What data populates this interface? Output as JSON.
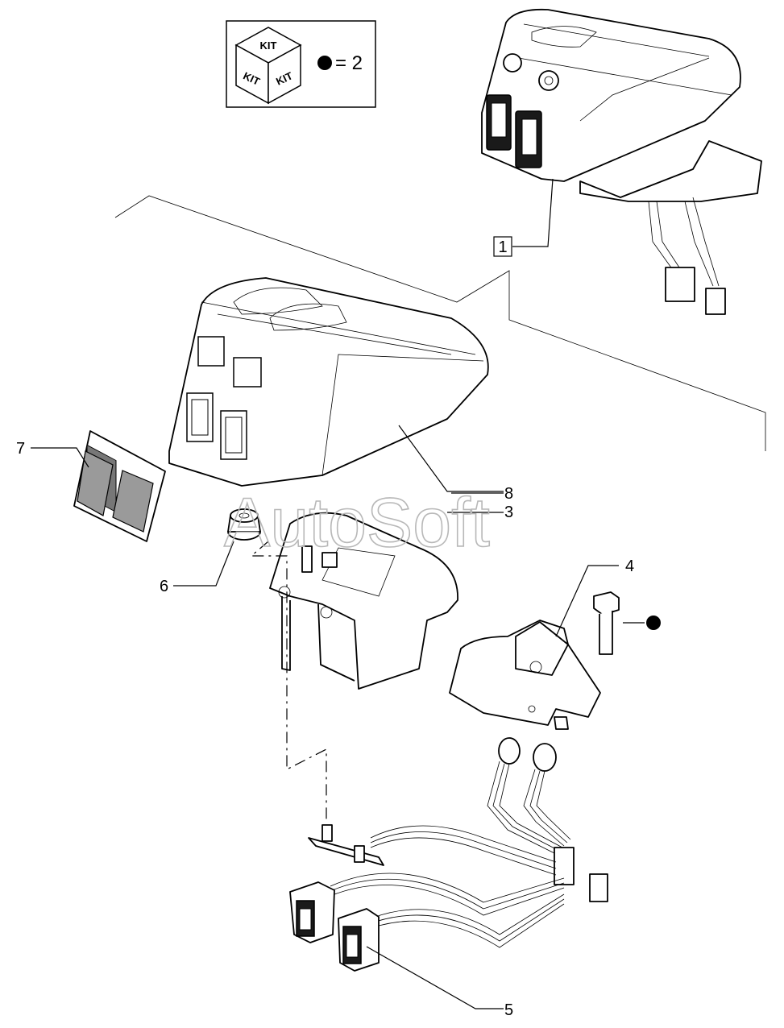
{
  "kit_box": {
    "kit_label": "KIT",
    "equation": "= 2"
  },
  "callouts": [
    {
      "id": "1",
      "label": "1",
      "boxed": true
    },
    {
      "id": "3",
      "label": "3",
      "boxed": false
    },
    {
      "id": "4",
      "label": "4",
      "boxed": false
    },
    {
      "id": "5",
      "label": "5",
      "boxed": false
    },
    {
      "id": "6",
      "label": "6",
      "boxed": false
    },
    {
      "id": "7",
      "label": "7",
      "boxed": false
    },
    {
      "id": "8",
      "label": "8",
      "boxed": false
    }
  ],
  "watermark": "AutoSoft",
  "colors": {
    "line": "#000000",
    "background": "#ffffff",
    "watermark": "#b8b8b8"
  }
}
